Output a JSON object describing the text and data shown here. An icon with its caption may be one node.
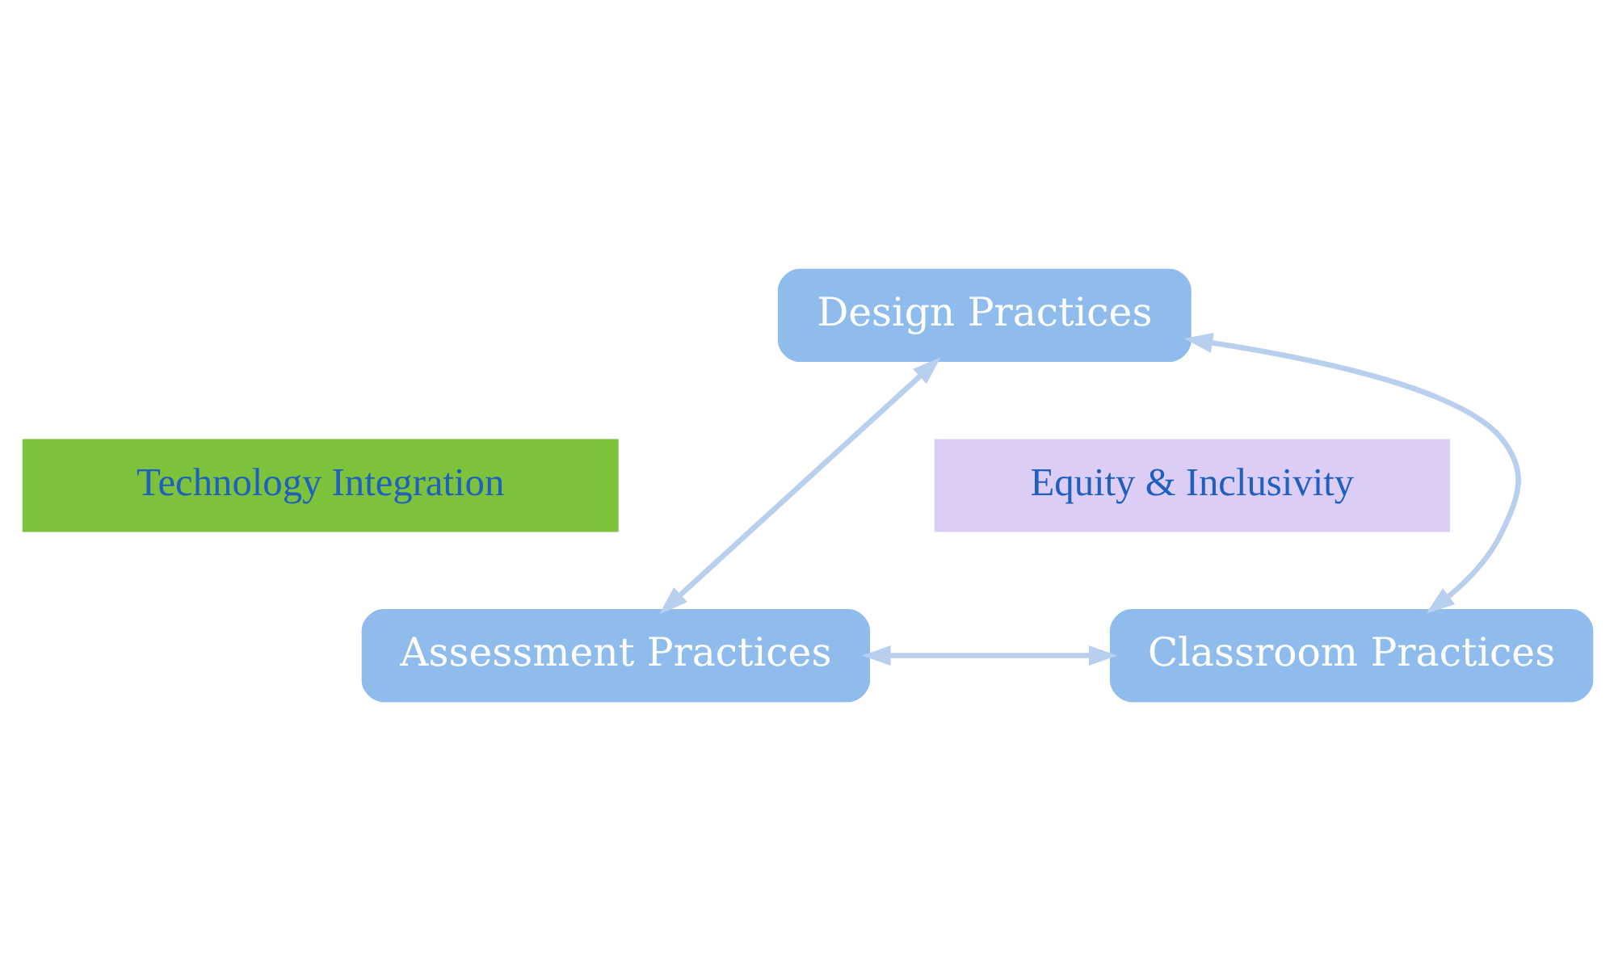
{
  "diagram": {
    "nodes": [
      {
        "text": [
          "Design Practices"
        ]
      },
      {
        "text": [
          "Technology Integration"
        ]
      },
      {
        "text": [
          "Equity & Inclusivity"
        ]
      },
      {
        "text": [
          "Assessment Practices"
        ]
      },
      {
        "text": [
          "Classroom Practices"
        ]
      }
    ],
    "edges": [
      {
        "from": 0,
        "to": 3,
        "arrow": "both"
      },
      {
        "from": 0,
        "to": 4,
        "arrow": "both"
      },
      {
        "from": 3,
        "to": 4,
        "arrow": "both"
      }
    ]
  }
}
